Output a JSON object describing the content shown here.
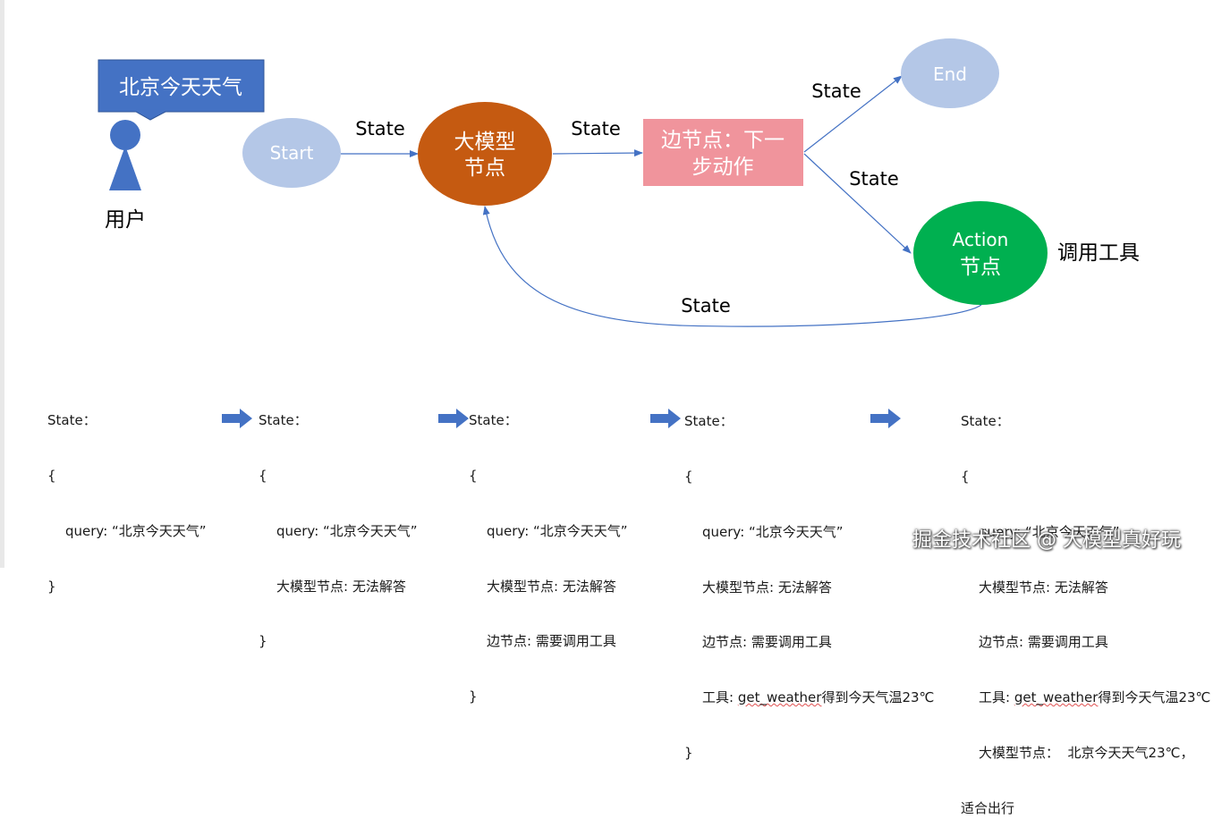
{
  "diagram": {
    "user": {
      "bubble": "北京今天天气",
      "label": "用户"
    },
    "nodes": {
      "start": "Start",
      "llm": [
        "大模型",
        "节点"
      ],
      "edge": [
        "边节点：下一",
        "步动作"
      ],
      "end": "End",
      "action": [
        "Action",
        "节点"
      ],
      "action_note": "调用工具"
    },
    "edge_labels": {
      "start_to_llm": "State",
      "llm_to_edge": "State",
      "edge_to_end": "State",
      "edge_to_action": "State",
      "action_to_llm": "State"
    },
    "colors": {
      "user": "#4472C4",
      "start": "#B4C7E7",
      "llm": "#C55A11",
      "edge": "#F0949C",
      "end": "#B4C7E7",
      "action": "#00B050",
      "arrow": "#4472C4"
    }
  },
  "state_steps": [
    {
      "title": "State：",
      "open": "{",
      "lines": [
        "query: “北京今天天气”"
      ],
      "close": "}"
    },
    {
      "title": "State：",
      "open": "{",
      "lines": [
        "query: “北京今天天气”",
        "大模型节点: 无法解答"
      ],
      "close": "}"
    },
    {
      "title": "State：",
      "open": "{",
      "lines": [
        "query: “北京今天天气”",
        "大模型节点: 无法解答",
        "边节点: 需要调用工具"
      ],
      "close": "}"
    },
    {
      "title": "State：",
      "open": "{",
      "lines": [
        "query: “北京今天天气”",
        "大模型节点: 无法解答",
        "边节点: 需要调用工具"
      ],
      "tool_prefix": "工具: ",
      "tool_func": "get_weather",
      "tool_suffix": "得到今天气温23℃",
      "close": "}"
    },
    {
      "title": "State：",
      "open": "{",
      "lines": [
        "query: “北京今天天气”",
        "大模型节点: 无法解答",
        "边节点: 需要调用工具"
      ],
      "tool_prefix": "工具: ",
      "tool_func": "get_weather",
      "tool_suffix": "得到今天气温23℃",
      "final": "大模型节点：  北京今天天气23℃，",
      "final_cont": "适合出行"
    }
  ],
  "watermark": "掘金技术社区 @ 大模型真好玩"
}
